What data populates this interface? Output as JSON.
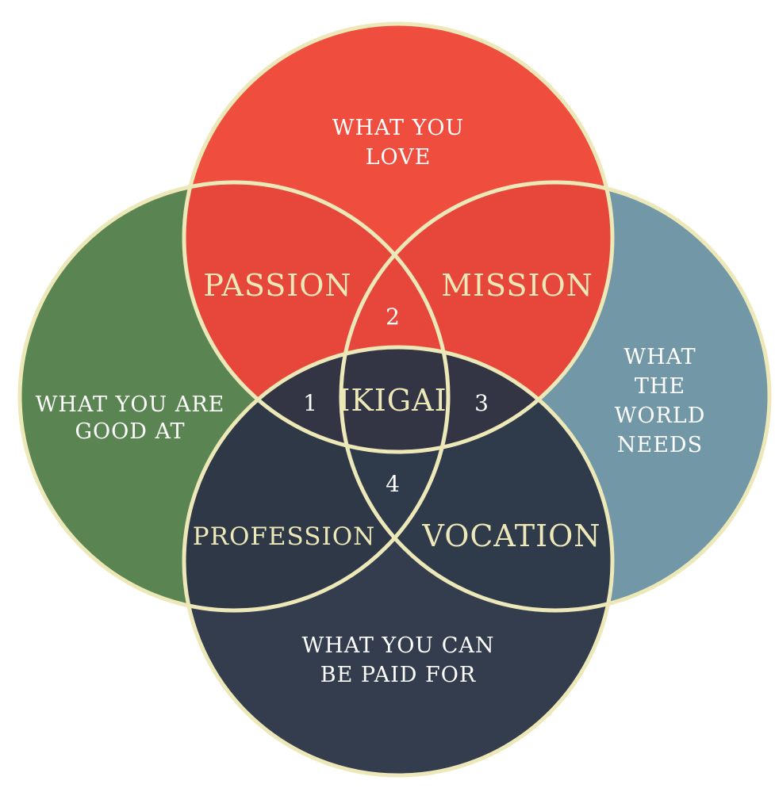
{
  "circles": {
    "love": {
      "label_lines": [
        "WHAT YOU",
        "LOVE"
      ],
      "color": "#ef4e3e"
    },
    "good_at": {
      "label_lines": [
        "WHAT YOU ARE",
        "GOOD AT"
      ],
      "color": "#5a8553"
    },
    "world_needs": {
      "label_lines": [
        "WHAT",
        "THE",
        "WORLD",
        "NEEDS"
      ],
      "color": "#7298a8"
    },
    "paid_for": {
      "label_lines": [
        "WHAT YOU CAN",
        "BE PAID FOR"
      ],
      "color": "#343d4d"
    }
  },
  "overlaps": {
    "passion": "PASSION",
    "mission": "MISSION",
    "profession": "PROFESSION",
    "vocation": "VOCATION",
    "center": "IKIGAI",
    "n1": "1",
    "n2": "2",
    "n3": "3",
    "n4": "4"
  },
  "colors": {
    "border": "#ede8b8",
    "red_overlap": "#e6473a",
    "dark_overlap": "#333545"
  }
}
